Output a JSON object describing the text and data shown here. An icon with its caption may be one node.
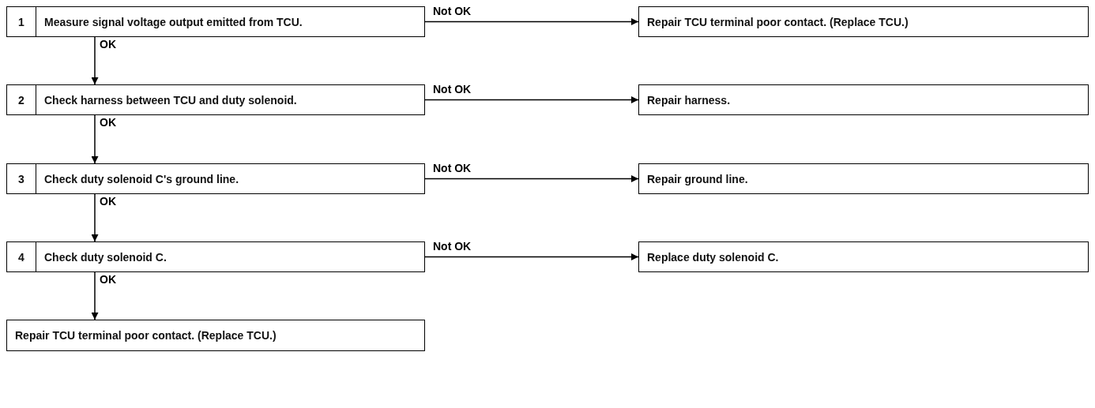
{
  "diagram": {
    "nodes": [
      {
        "text": [
          "1",
          "Measure signal voltage output emitted from TCU."
        ]
      },
      {
        "text": [
          "Repair TCU terminal poor contact. (Replace TCU.)"
        ]
      },
      {
        "text": [
          "2",
          "Check harness between TCU and duty solenoid."
        ]
      },
      {
        "text": [
          "Repair harness."
        ]
      },
      {
        "text": [
          "3",
          "Check duty solenoid C's ground line."
        ]
      },
      {
        "text": [
          "Repair ground line."
        ]
      },
      {
        "text": [
          "4",
          "Check duty solenoid C."
        ]
      },
      {
        "text": [
          "Replace duty solenoid C."
        ]
      },
      {
        "text": [
          "Repair TCU terminal poor contact. (Replace TCU.)"
        ]
      }
    ],
    "edges": [
      {
        "from": 0,
        "to": 1,
        "arrow": "to",
        "label": "Not OK"
      },
      {
        "from": 0,
        "to": 2,
        "arrow": "to",
        "label": "OK"
      },
      {
        "from": 2,
        "to": 3,
        "arrow": "to",
        "label": "Not OK"
      },
      {
        "from": 2,
        "to": 4,
        "arrow": "to",
        "label": "OK"
      },
      {
        "from": 4,
        "to": 5,
        "arrow": "to",
        "label": "Not OK"
      },
      {
        "from": 4,
        "to": 6,
        "arrow": "to",
        "label": "OK"
      },
      {
        "from": 6,
        "to": 7,
        "arrow": "to",
        "label": "Not OK"
      },
      {
        "from": 6,
        "to": 8,
        "arrow": "to",
        "label": "OK"
      }
    ]
  }
}
